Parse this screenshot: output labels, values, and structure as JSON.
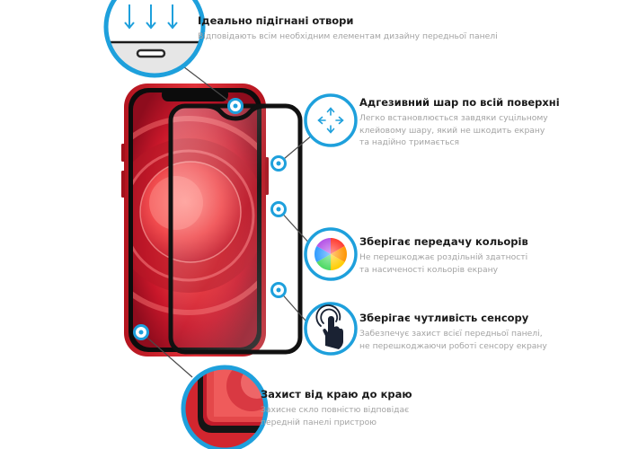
{
  "features": [
    {
      "icon": "perforation-cutout-icon",
      "title": "Ідеально підігнані отвори",
      "desc": [
        "Відповідають всім необхідним елементам дизайну передньої панелі"
      ]
    },
    {
      "icon": "expand-arrows-icon",
      "title": "Адгезивний шар по всій поверхні",
      "desc": [
        "Легко встановлюється завдяки суцільному",
        "клейовому шару, який не шкодить екрану",
        "та надійно тримається"
      ]
    },
    {
      "icon": "color-wheel-icon",
      "title": "Зберігає передачу кольорів",
      "desc": [
        "Не перешкоджає роздільній здатності",
        "та насиченості кольорів екрану"
      ]
    },
    {
      "icon": "touch-hand-icon",
      "title": "Зберігає чутливість сенсору",
      "desc": [
        "Забезпечує захист всієї передньої панелі,",
        "не перешкоджаючи роботі сенсору екрану"
      ]
    },
    {
      "icon": "edge-coverage-icon",
      "title": "Захист від краю до краю",
      "desc": [
        "Захисне скло повністю відповідає",
        "передній панелі пристрою"
      ]
    }
  ],
  "colors": {
    "accent": "#1ea0dc",
    "phone_red": "#d3232b",
    "glass_border": "#111111",
    "title_text": "#1b1b1b",
    "desc_text": "#a3a3a3",
    "leader_line": "#4a4a4a"
  }
}
